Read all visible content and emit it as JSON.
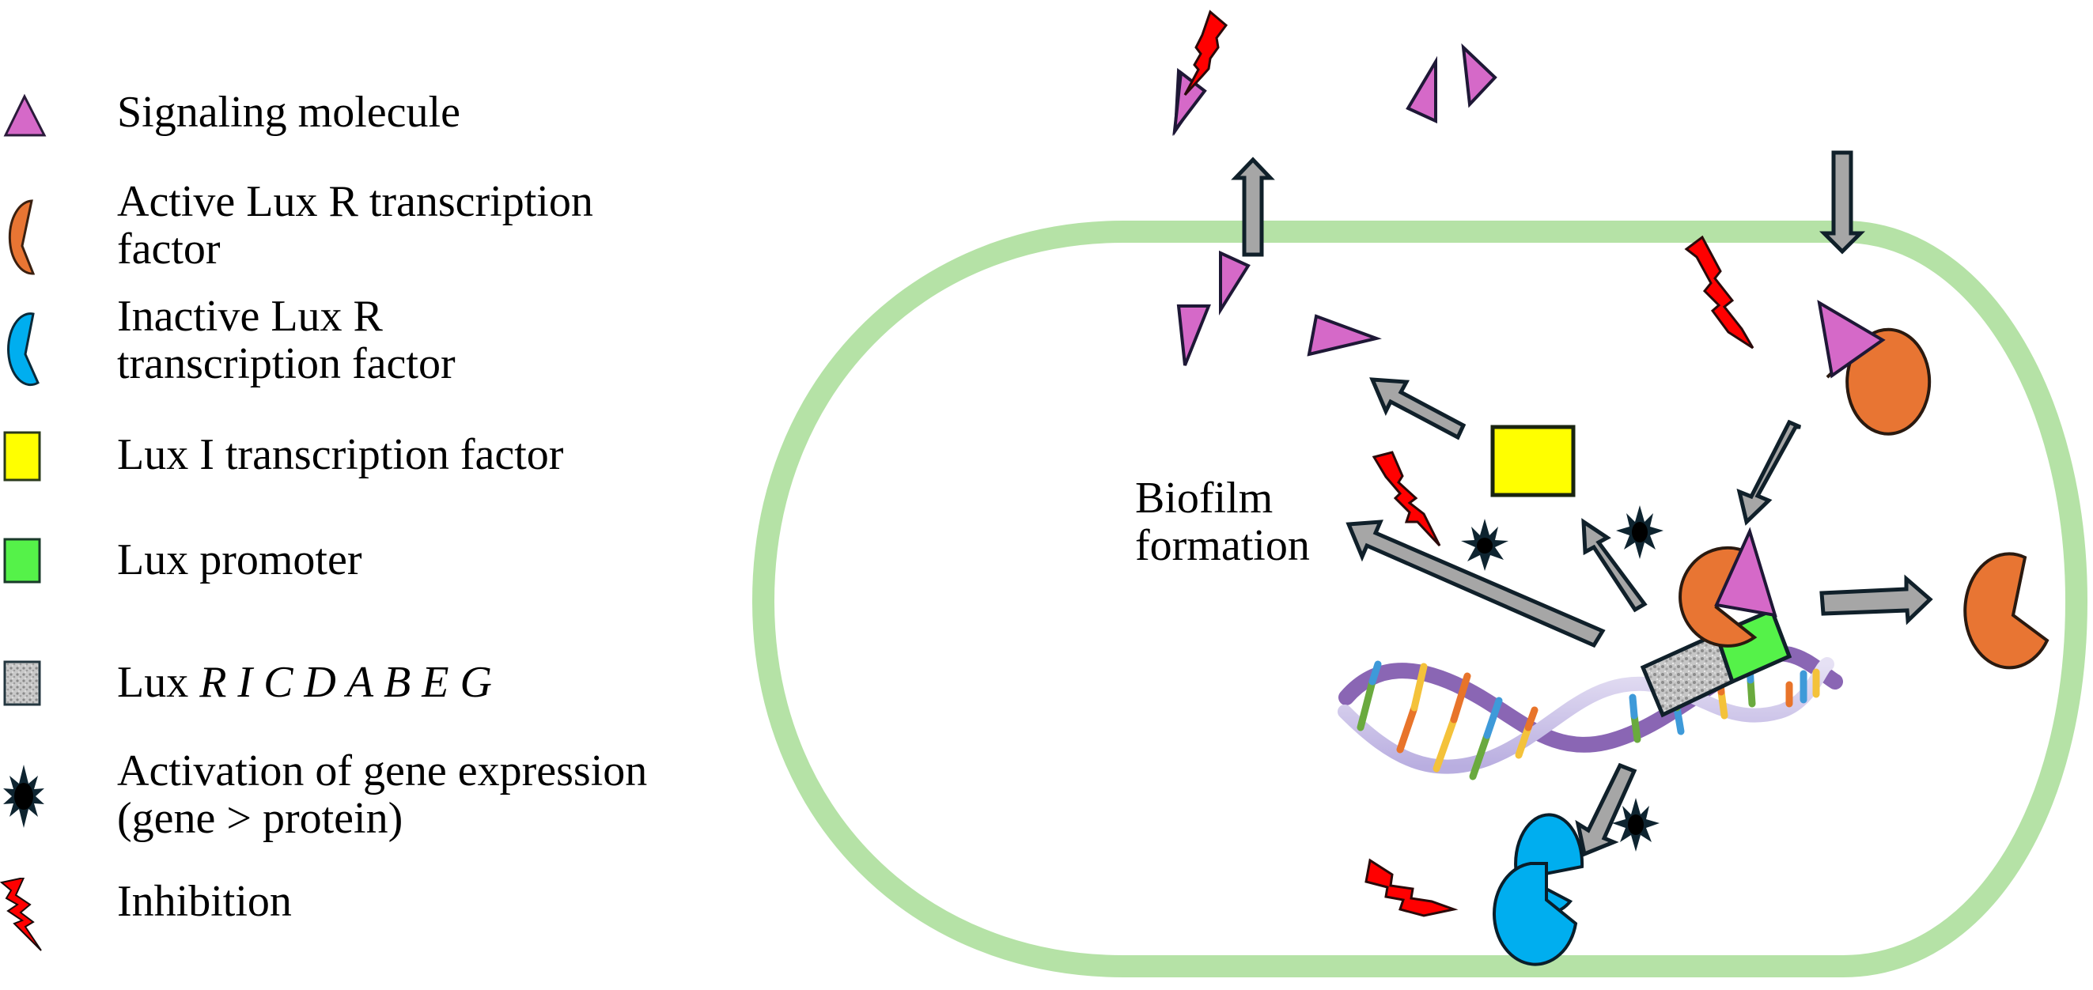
{
  "figure": {
    "title": "Lux quorum sensing system",
    "colors": {
      "signaling_molecule": "#d569c8",
      "active_luxr": "#e87533",
      "inactive_luxr": "#00aeef",
      "luxi": "#ffff00",
      "lux_promoter": "#55f249",
      "lux_operon": "#bfbfbf",
      "activation": "#0e2430",
      "inhibition": "#ff0000",
      "arrow": "#a6a6a6",
      "outline": "#10202a",
      "membrane": "#b5e2a6"
    }
  },
  "legend": {
    "items": [
      {
        "icon": "triangle-icon",
        "lines": [
          "Signaling molecule"
        ]
      },
      {
        "icon": "pacman-orange-icon",
        "lines": [
          "Active Lux R transcription",
          "factor"
        ]
      },
      {
        "icon": "pacman-blue-icon",
        "lines": [
          "Inactive Lux R",
          "transcription factor"
        ]
      },
      {
        "icon": "yellow-square-icon",
        "lines": [
          "Lux I transcription factor"
        ]
      },
      {
        "icon": "green-square-icon",
        "lines": [
          "Lux promoter"
        ]
      },
      {
        "icon": "textured-square-icon",
        "prefix": "Lux ",
        "italic": "R I C D A B E G"
      },
      {
        "icon": "starburst-icon",
        "lines": [
          "Activation of gene expression",
          "(gene > protein)"
        ]
      },
      {
        "icon": "lightning-icon",
        "lines": [
          "Inhibition"
        ]
      }
    ]
  },
  "diagram": {
    "biofilm_label_line1": "Biofilm",
    "biofilm_label_line2": "formation"
  }
}
